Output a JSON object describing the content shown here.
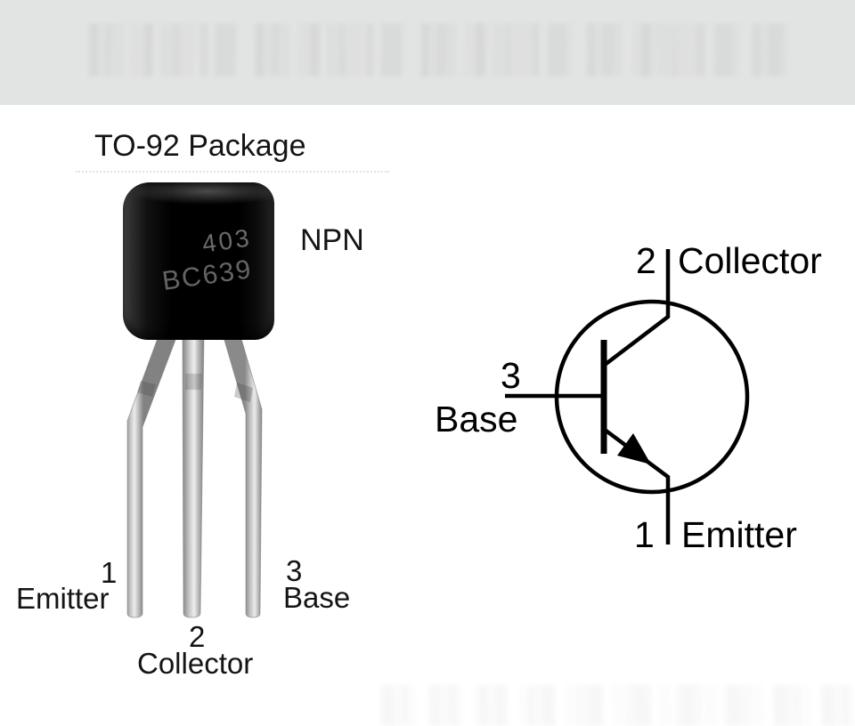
{
  "photo": {
    "title": "TO-92 Package",
    "transistor_type": "NPN",
    "marking_top": "403",
    "marking_bottom": "BC639",
    "pin1": {
      "number": "1",
      "name": "Emitter"
    },
    "pin2": {
      "number": "2",
      "name": "Collector"
    },
    "pin3": {
      "number": "3",
      "name": "Base"
    }
  },
  "schematic": {
    "symbol": "npn-transistor",
    "top_pin": {
      "number": "2",
      "name": "Collector"
    },
    "left_pin": {
      "number": "3",
      "name": "Base"
    },
    "bottom_pin": {
      "number": "1",
      "name": "Emitter"
    }
  },
  "colors": {
    "watermark_band": "#e2e3e3",
    "background": "#ffffff",
    "body_black": "#000000",
    "marking_gray": "#6b6b6b",
    "line_black": "#000000"
  }
}
